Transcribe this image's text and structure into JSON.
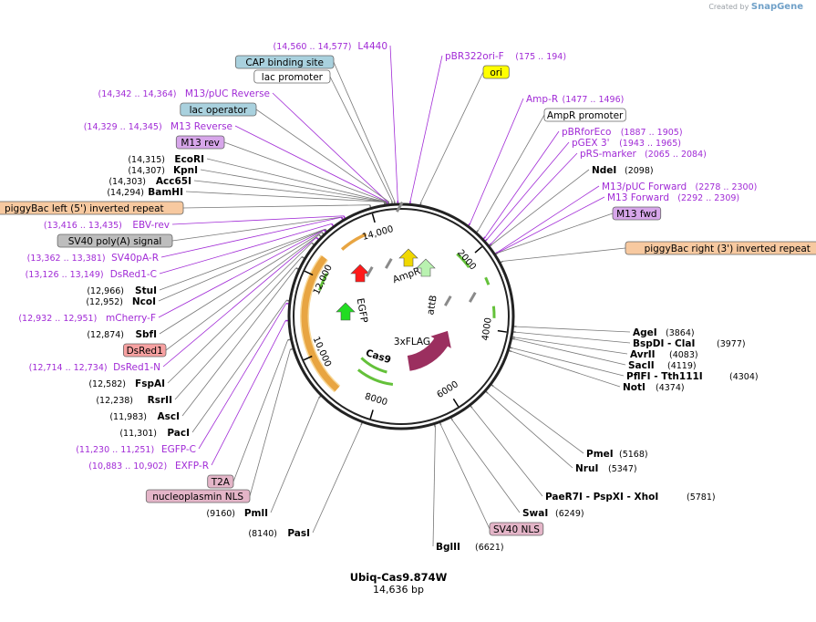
{
  "brand": {
    "created_by": "Created by",
    "name": "SnapGene"
  },
  "plasmid": {
    "name": "Ubiq-Cas9.874W",
    "length_label": "14,636 bp",
    "length_bp": 14636
  },
  "colors": {
    "primer": "#a12bd6",
    "backbone": "#222222",
    "box_cap": "#a9d1de",
    "box_primer_bind": "#d7a6ea",
    "box_piggybac": "#f7c9a0",
    "box_sv40": "#bdbdbd",
    "box_dsred": "#f7a1a1",
    "box_nls": "#e4b5c8",
    "box_ori": "#ffff00"
  },
  "ticks": [
    {
      "label": "2000",
      "bp": 2000
    },
    {
      "label": "4000",
      "bp": 4000
    },
    {
      "label": "6000",
      "bp": 6000
    },
    {
      "label": "8000",
      "bp": 8000
    },
    {
      "label": "10,000",
      "bp": 10000
    },
    {
      "label": "12,000",
      "bp": 12000
    },
    {
      "label": "14,000",
      "bp": 14000
    }
  ],
  "features": [
    {
      "name": "Cas9",
      "kind": "cds",
      "start": 6900,
      "end": 4700,
      "color": "#9b2f5f"
    },
    {
      "name": "3xFLAG",
      "kind": "label",
      "at": 4500
    },
    {
      "name": "attB",
      "kind": "label",
      "at": 2700
    },
    {
      "name": "AmpR",
      "kind": "label",
      "at": 900
    },
    {
      "name": "EGFP",
      "kind": "label",
      "at": 12900
    }
  ],
  "labels": {
    "left": [
      {
        "text": "L4440",
        "range": "(14,560 .. 14,577)",
        "type": "primer",
        "bp": 14568
      },
      {
        "text": "CAP binding site",
        "type": "box",
        "style": "cap",
        "bp": 14500
      },
      {
        "text": "lac promoter",
        "type": "box",
        "style": "plain",
        "bp": 14450
      },
      {
        "text": "M13/pUC Reverse",
        "range": "(14,342 .. 14,364)",
        "type": "primer",
        "bp": 14353
      },
      {
        "text": "lac operator",
        "type": "box",
        "style": "cap",
        "bp": 14380
      },
      {
        "text": "M13 Reverse",
        "range": "(14,329 .. 14,345)",
        "type": "primer",
        "bp": 14337
      },
      {
        "text": "M13 rev",
        "type": "box",
        "style": "primer_bind",
        "bp": 14330
      },
      {
        "text": "EcoRI",
        "range": "(14,315)",
        "type": "site",
        "bp": 14315
      },
      {
        "text": "KpnI",
        "range": "(14,307)",
        "type": "site",
        "bp": 14307
      },
      {
        "text": "Acc65I",
        "range": "(14,303)",
        "type": "site",
        "bp": 14303
      },
      {
        "text": "BamHI",
        "range": "(14,294)",
        "type": "site",
        "bp": 14294
      },
      {
        "text": "piggyBac left (5') inverted repeat",
        "type": "box",
        "style": "piggybac",
        "bp": 14000
      },
      {
        "text": "EBV-rev",
        "range": "(13,416 .. 13,435)",
        "type": "primer",
        "bp": 13425
      },
      {
        "text": "SV40 poly(A) signal",
        "type": "box",
        "style": "sv40",
        "bp": 13380
      },
      {
        "text": "SV40pA-R",
        "range": "(13,362 .. 13,381)",
        "type": "primer",
        "bp": 13371
      },
      {
        "text": "DsRed1-C",
        "range": "(13,126 .. 13,149)",
        "type": "primer",
        "bp": 13137
      },
      {
        "text": "StuI",
        "range": "(12,966)",
        "type": "site",
        "bp": 12966
      },
      {
        "text": "NcoI",
        "range": "(12,952)",
        "type": "site",
        "bp": 12952
      },
      {
        "text": "mCherry-F",
        "range": "(12,932 .. 12,951)",
        "type": "primer",
        "bp": 12941
      },
      {
        "text": "SbfI",
        "range": "(12,874)",
        "type": "site",
        "bp": 12874
      },
      {
        "text": "DsRed1",
        "type": "box",
        "style": "dsred",
        "bp": 12800
      },
      {
        "text": "DsRed1-N",
        "range": "(12,714 .. 12,734)",
        "type": "primer",
        "bp": 12724
      },
      {
        "text": "FspAI",
        "range": "(12,582)",
        "type": "site",
        "bp": 12582
      },
      {
        "text": "RsrII",
        "range": "(12,238)",
        "type": "site",
        "bp": 12238
      },
      {
        "text": "AscI",
        "range": "(11,983)",
        "type": "site",
        "bp": 11983
      },
      {
        "text": "PacI",
        "range": "(11,301)",
        "type": "site",
        "bp": 11301
      },
      {
        "text": "EGFP-C",
        "range": "(11,230 .. 11,251)",
        "type": "primer",
        "bp": 11240
      },
      {
        "text": "EXFP-R",
        "range": "(10,883 .. 10,902)",
        "type": "primer",
        "bp": 10892
      },
      {
        "text": "T2A",
        "type": "box",
        "style": "nls",
        "bp": 10500
      },
      {
        "text": "nucleoplasmin NLS",
        "type": "box",
        "style": "nls",
        "bp": 10300
      },
      {
        "text": "PmlI",
        "range": "(9160)",
        "type": "site",
        "bp": 9160
      },
      {
        "text": "PasI",
        "range": "(8140)",
        "type": "site",
        "bp": 8140
      }
    ],
    "right": [
      {
        "text": "pBR322ori-F",
        "range": "(175 .. 194)",
        "type": "primer",
        "bp": 185
      },
      {
        "text": "ori",
        "type": "box",
        "style": "ori",
        "bp": 400
      },
      {
        "text": "Amp-R",
        "range": "(1477 .. 1496)",
        "type": "primer",
        "bp": 1486
      },
      {
        "text": "AmpR promoter",
        "type": "box",
        "style": "plain",
        "bp": 1700
      },
      {
        "text": "pBRforEco",
        "range": "(1887 .. 1905)",
        "type": "primer",
        "bp": 1896
      },
      {
        "text": "pGEX 3'",
        "range": "(1943 .. 1965)",
        "type": "primer",
        "bp": 1954
      },
      {
        "text": "pRS-marker",
        "range": "(2065 .. 2084)",
        "type": "primer",
        "bp": 2074
      },
      {
        "text": "NdeI",
        "range": "(2098)",
        "type": "site",
        "bp": 2098
      },
      {
        "text": "M13/pUC Forward",
        "range": "(2278 .. 2300)",
        "type": "primer",
        "bp": 2289
      },
      {
        "text": "M13 Forward",
        "range": "(2292 .. 2309)",
        "type": "primer",
        "bp": 2300
      },
      {
        "text": "M13 fwd",
        "type": "box",
        "style": "primer_bind",
        "bp": 2305
      },
      {
        "text": "piggyBac right (3') inverted repeat",
        "type": "box",
        "style": "piggybac",
        "bp": 2500
      },
      {
        "text": "AgeI",
        "range": "(3864)",
        "type": "site",
        "bp": 3864
      },
      {
        "text": "BspDI - ClaI",
        "range": "(3977)",
        "type": "site",
        "bp": 3977
      },
      {
        "text": "AvrII",
        "range": "(4083)",
        "type": "site",
        "bp": 4083
      },
      {
        "text": "SacII",
        "range": "(4119)",
        "type": "site",
        "bp": 4119
      },
      {
        "text": "PflFI - Tth111I",
        "range": "(4304)",
        "type": "site",
        "bp": 4304
      },
      {
        "text": "NotI",
        "range": "(4374)",
        "type": "site",
        "bp": 4374
      },
      {
        "text": "PmeI",
        "range": "(5168)",
        "type": "site",
        "bp": 5168
      },
      {
        "text": "NruI",
        "range": "(5347)",
        "type": "site",
        "bp": 5347
      },
      {
        "text": "PaeR7I - PspXI - XhoI",
        "range": "(5781)",
        "type": "site",
        "bp": 5781
      },
      {
        "text": "SwaI",
        "range": "(6249)",
        "type": "site",
        "bp": 6249
      },
      {
        "text": "SV40 NLS",
        "type": "box",
        "style": "nls",
        "bp": 6500
      },
      {
        "text": "BglII",
        "range": "(6621)",
        "type": "site",
        "bp": 6621
      }
    ]
  }
}
